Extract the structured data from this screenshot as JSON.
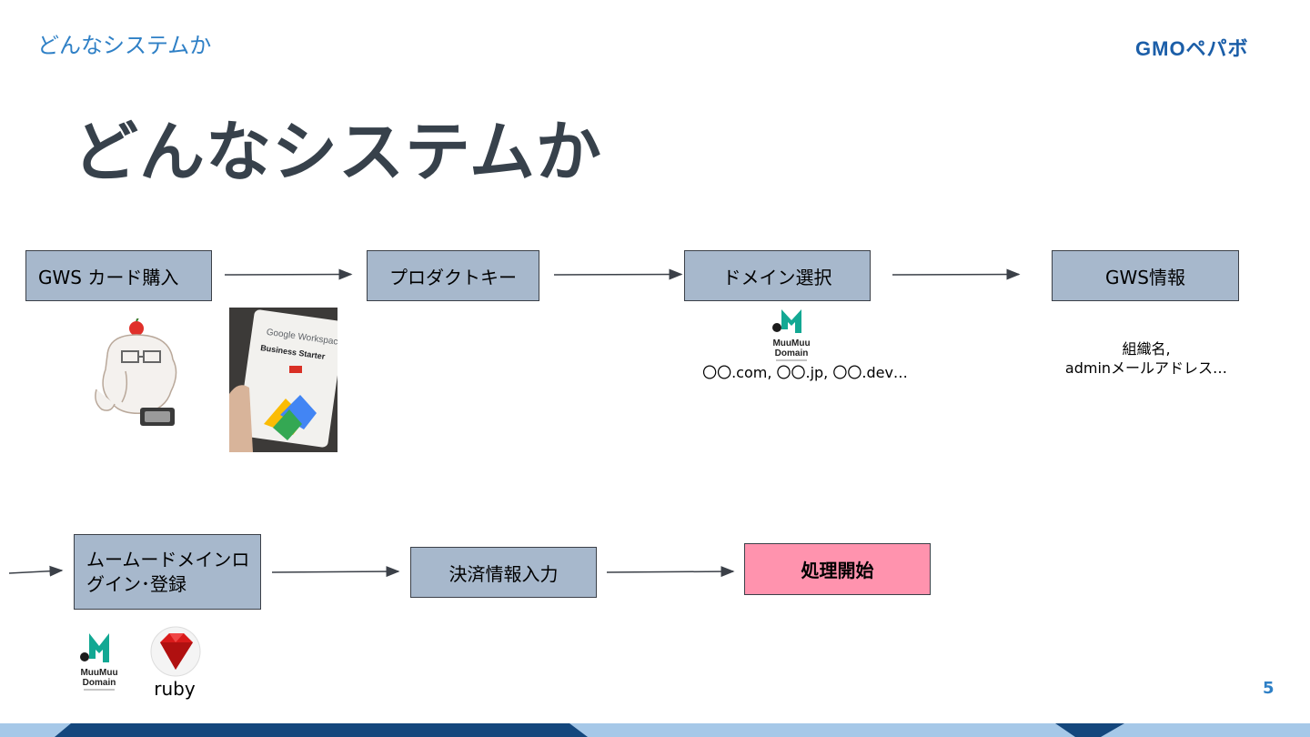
{
  "header": {
    "section_title": "どんなシステムか",
    "logo_text": "GMOペパボ"
  },
  "slide": {
    "title": "どんなシステムか",
    "page_number": "5"
  },
  "flow_row1": [
    {
      "label": "GWS カード購入"
    },
    {
      "label": "プロダクトキー"
    },
    {
      "label": "ドメイン選択"
    },
    {
      "label": "GWS情報"
    }
  ],
  "flow_row2": [
    {
      "label": "ムームードメインログイン･登録"
    },
    {
      "label": "決済情報入力"
    },
    {
      "label": "処理開始"
    }
  ],
  "notes": {
    "domain_examples": "〇〇.com, 〇〇.jp, 〇〇.dev…",
    "gws_info_line1": "組織名,",
    "gws_info_line2": "adminメールアドレス…"
  },
  "logos": {
    "muumuu_line1": "MuuMuu",
    "muumuu_line2": "Domain",
    "ruby_label": "ruby"
  },
  "card_image": {
    "brand": "Google Workspace",
    "plan": "Business Starter"
  },
  "colors": {
    "box_fill": "#a7b8cc",
    "box_border": "#3b4048",
    "start_box_fill": "#ff93ae",
    "accent_blue": "#2f80c6",
    "muumuu_teal": "#12a893",
    "ruby_red": "#d91a1a",
    "footer_dark": "#14477d",
    "footer_light": "#a6c8e8"
  }
}
